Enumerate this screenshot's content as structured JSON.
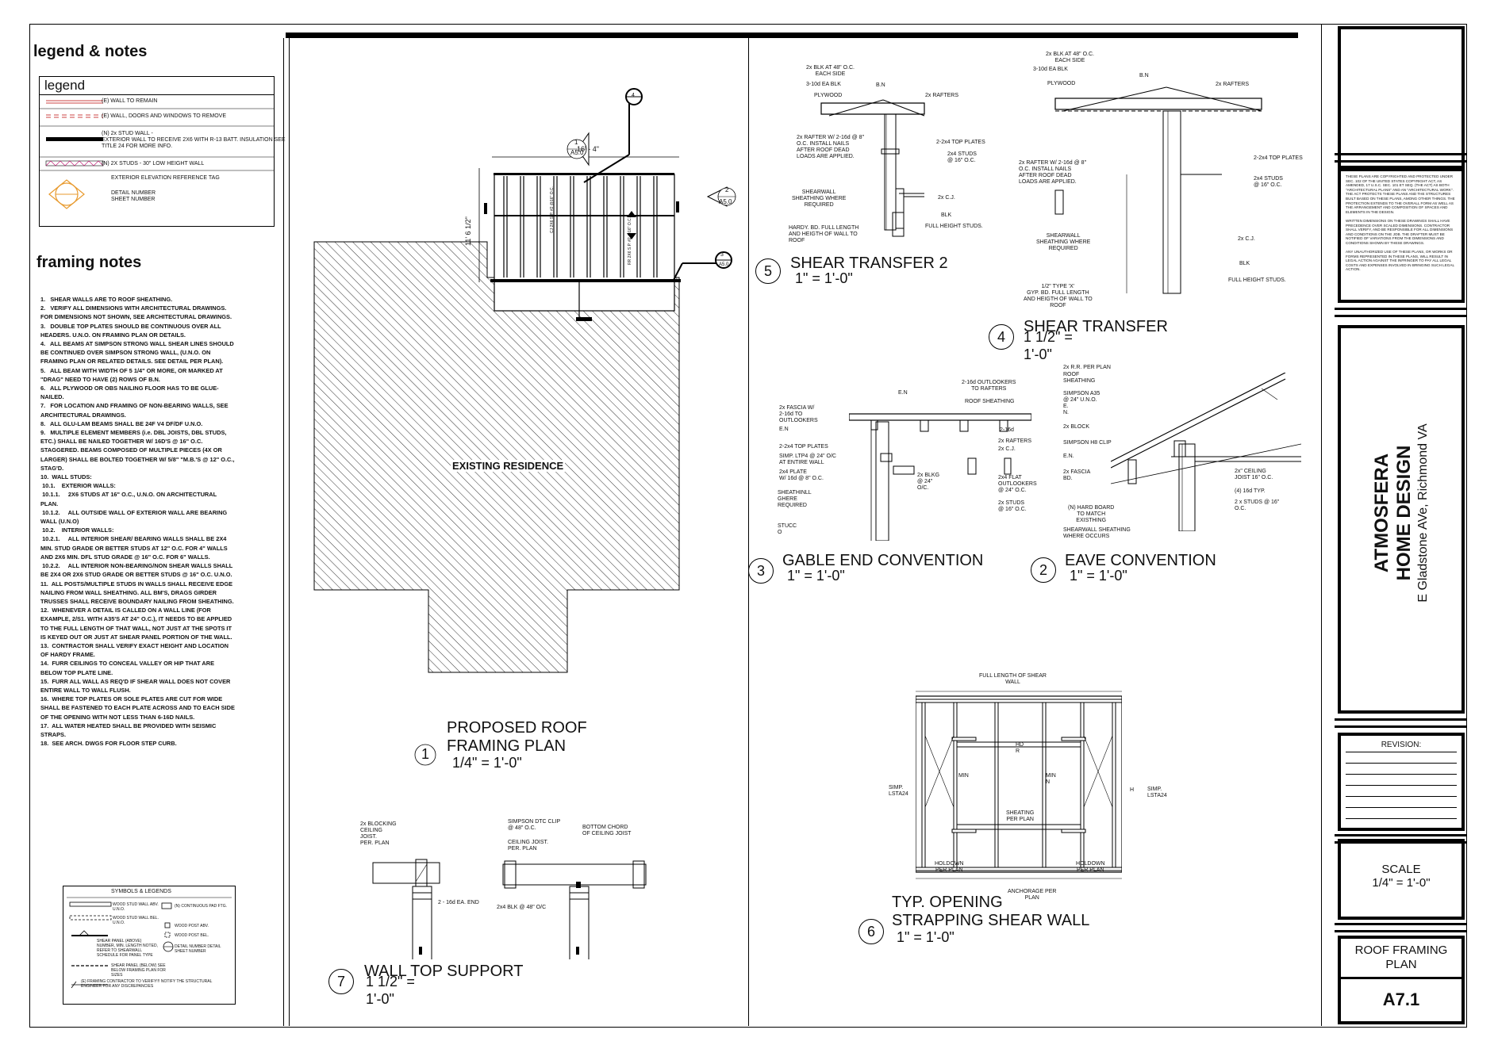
{
  "legend_notes": {
    "heading": "legend & notes",
    "legend_title": "legend",
    "legend_rows": [
      "(E) WALL TO REMAIN",
      "(E) WALL, DOORS AND WINDOWS TO REMOVE",
      "(N) 2x STUD WALL -\nEXTERIOR WALL TO RECEIVE 2X6 WITH R-13 BATT. INSULATION SEE\nTITLE 24 FOR MORE INFO.",
      "(N) 2X STUDS - 30\" LOW HEIGHT WALL",
      "EXTERIOR ELEVATION REFERENCE TAG",
      "DETAIL NUMBER\nSHEET NUMBER"
    ],
    "framing_heading": "framing notes",
    "framing_notes": [
      "1.   SHEAR WALLS ARE TO ROOF SHEATHING.",
      "2.   VERIFY ALL DIMENSIONS WITH ARCHITECTURAL DRAWINGS. FOR DIMENSIONS NOT SHOWN, SEE ARCHITECTURAL DRAWINGS.",
      "3.   DOUBLE TOP PLATES SHOULD BE CONTINUOUS OVER ALL HEADERS. U.N.O. ON FRAMING PLAN OR DETAILS.",
      "4.   ALL BEAMS AT SIMPSON STRONG WALL SHEAR LINES SHOULD BE CONTINUED OVER SIMPSON STRONG WALL, (U.N.O. ON FRAMING PLAN OR RELATED DETAILS. SEE DETAIL PER PLAN).",
      "5.   ALL BEAM WITH WIDTH OF 5 1/4\" OR MORE, OR MARKED AT \"DRAG\" NEED TO HAVE (2) ROWS OF B.N.",
      "6.   ALL PLYWOOD OR OBS NAILING FLOOR HAS TO BE GLUE-NAILED.",
      "7.   FOR LOCATION AND FRAMING OF NON-BEARING WALLS, SEE ARCHITECTURAL DRAWINGS.",
      "8.   ALL GLU-LAM BEAMS SHALL BE 24F V4 DF/DF U.N.O.",
      "9.   MULTIPLE ELEMENT MEMBERS (i.e. DBL JOISTS, DBL STUDS, ETC.) SHALL BE NAILED TOGETHER W/ 16D'S @ 16\" O.C. STAGGERED. BEAMS COMPOSED OF MULTIPLE PIECES (4X OR LARGER) SHALL BE BOLTED TOGETHER W/ 5/8\" \"M.B.'S @ 12\" O.C., STAG'D.",
      "10.  WALL STUDS:",
      " 10.1.    EXTERIOR WALLS:",
      " 10.1.1.     2X6 STUDS AT 16\" O.C., U.N.O. ON ARCHITECTURAL PLAN.",
      " 10.1.2.     ALL OUTSIDE WALL OF EXTERIOR WALL ARE BEARING WALL (U.N.O)",
      " 10.2.    INTERIOR WALLS:",
      " 10.2.1.     ALL INTERIOR SHEAR/ BEARING WALLS SHALL BE 2X4 MIN. STUD GRADE OR BETTER STUDS AT 12\" O.C. FOR 4\" WALLS AND 2X6 MIN. DFL STUD GRADE @ 16\" O.C. FOR 6\" WALLS.",
      " 10.2.2.     ALL INTERIOR NON-BEARING/NON SHEAR WALLS SHALL BE 2X4 OR 2X6 STUD GRADE OR BETTER STUDS @ 16\" O.C. U.N.O.",
      "11.  ALL POSTS/MULTIPLE STUDS IN WALLS SHALL RECEIVE EDGE NAILING FROM WALL SHEATHING. ALL BM'S, DRAGS GIRDER TRUSSES SHALL RECEIVE BOUNDARY NAILING FROM SHEATHING.",
      "12.  WHENEVER A DETAIL IS CALLED ON A WALL LINE (FOR EXAMPLE, 2/S1. WITH A35'S AT 24\" O.C.), IT NEEDS TO BE APPLIED TO THE FULL LENGTH OF THAT WALL, NOT JUST AT THE SPOTS IT IS KEYED OUT OR JUST AT SHEAR PANEL PORTION OF THE WALL.",
      "13.  CONTRACTOR SHALL VERIFY EXACT HEIGHT AND LOCATION OF HARDY FRAME.",
      "14.  FURR CEILINGS TO CONCEAL VALLEY OR HIP THAT ARE BELOW TOP PLATE LINE.",
      "15.  FURR ALL WALL AS REQ'D IF SHEAR WALL DOES NOT COVER ENTIRE WALL TO WALL FLUSH.",
      "16.  WHERE TOP PLATES OR SOLE PLATES ARE CUT FOR WIDE SHALL BE FASTENED TO EACH PLATE ACROSS AND TO EACH SIDE OF THE OPENING WITH NOT LESS THAN 6-16D NAILS.",
      "17.  ALL WATER HEATED SHALL BE PROVIDED WITH SEISMIC STRAPS.",
      "18.  SEE ARCH. DWGS FOR FLOOR STEP CURB."
    ],
    "symbols_title": "SYMBOLS & LEGENDS",
    "symbols": [
      "WOOD STUD WALL ABV. U.N.O.",
      "(N) CONTINUOUS PAD FTG.",
      "WOOD STUD WALL BEL. U.N.O.",
      "WOOD POST ABV.",
      "WOOD POST BEL.",
      "SHEAR PANEL (ABOVE) NUMBER, MIN. LENGTH NOTED, REFER TO SHEARWALL SCHEDULE FOR PANEL TYPE",
      "DETAIL NUMBER DETAIL SHEET NUMBER",
      "SHEAR PANEL (BELOW) SEE BELOW FRAMING PLAN FOR SIZES",
      "(E) FRAMING CONTRACTOR TO VERIFY!!! NOTIFY THE STRUCTURAL ENGINEER FOR ANY DISCREPANCIES"
    ]
  },
  "plan": {
    "existing_label": "EXISTING RESIDENCE",
    "dim_width": "16' - 4\"",
    "dim_height": "11' 6 1/2\"",
    "joist_label_1": "CJ 2X6 S.P. #2 @16\" O.C.",
    "joist_label_2": "RR 2X6 S.P. #2 @16\" O.C.",
    "tag_top_num": "1",
    "tag_top_sheet": "A5.0",
    "tag_right_num": "2",
    "tag_right_sheet": "A5.0",
    "tag_3_num": "3",
    "tag_3_sheet": "A5.0",
    "tag_4_num": "4",
    "title_num": "1",
    "title": "PROPOSED ROOF\nFRAMING PLAN",
    "scale": "1/4\" = 1'-0\""
  },
  "details": {
    "d5": {
      "num": "5",
      "title": "SHEAR TRANSFER 2",
      "scale": "1\" = 1'-0\"",
      "labels": [
        "2x BLK AT 48\" O.C.\nEACH SIDE",
        "3-10d EA BLK",
        "PLYWOOD",
        "B.N",
        "2x RAFTERS",
        "2x RAFTER W/ 2-16d @ 8\"\nO.C. INSTALL NAILS\nAFTER ROOF DEAD\nLOADS ARE APPLIED.",
        "2-2x4 TOP PLATES",
        "2x4 STUDS\n@ 16\" O.C.",
        "2x C.J.",
        "SHEARWALL\nSHEATHING WHERE\nREQUIRED",
        "BLK",
        "HARDY. BD. FULL LENGTH\nAND HEIGTH OF WALL TO\nROOF",
        "FULL HEIGHT STUDS."
      ]
    },
    "d4": {
      "num": "4",
      "title": "SHEAR TRANSFER",
      "scale": "1 1/2\" =\n1'-0\"",
      "labels": [
        "2x BLK AT 48\" O.C.\nEACH SIDE",
        "3-10d EA BLK",
        "PLYWOOD",
        "B.N",
        "2x RAFTERS",
        "2-2x4 TOP PLATES",
        "2x RAFTER W/ 2-16d @ 8\"\nO.C. INSTALL NAILS\nAFTER ROOF DEAD\nLOADS ARE APPLIED.",
        "2x4 STUDS\n@ 16\" O.C.",
        "SHEARWALL\nSHEATHING WHERE\nREQUIRED",
        "2x C.J.",
        "BLK",
        "FULL HEIGHT STUDS.",
        "1/2\" TYPE 'X'\nGYP. BD. FULL LENGTH\nAND HEIGTH OF WALL TO\nROOF"
      ]
    },
    "d3": {
      "num": "3",
      "title": "GABLE END CONVENTION",
      "scale": "1\" = 1'-0\"",
      "labels": [
        "E.N",
        "2-16d OUTLOOKERS\nTO RAFTERS",
        "ROOF SHEATHING",
        "2x FASCIA W/\n2-16d TO\nOUTLOOKERS",
        "E.N",
        "2-16d",
        "2x RAFTERS",
        "2-2x4 TOP PLATES",
        "2x C.J.",
        "SIMP. LTP4 @ 24\" O/C\nAT ENTIRE WALL",
        "2x4 PLATE\nW/ 16d @ 8\" O.C.",
        "2x BLKG\n@ 24\"\nO/C.",
        "2x4 FLAT\nOUTLOOKERS\n@ 24\" O.C.",
        "SHEATHINLL\nGHERE\nREQUIRED",
        "2x STUDS\n@ 16\" O.C.",
        "STUCC\nO"
      ]
    },
    "d2": {
      "num": "2",
      "title": "EAVE CONVENTION",
      "scale": "1\" = 1'-0\"",
      "labels": [
        "2x R.R. PER PLAN",
        "ROOF\nSHEATHING",
        "SIMPSON A35\n@ 24\" U.N.O.\nE.\nN.",
        "2x BLOCK",
        "SIMPSON H8 CLIP",
        "E.N.",
        "2x FASCIA\nBD.",
        "2x\" CEILING\nJOIST 16\" O.C.",
        "(4) 16d TYP.",
        "2 x STUDS @ 16\"\nO.C.",
        "(N) HARD BOARD\nTO MATCH\nEXISTHING",
        "SHEARWALL SHEATHING\nWHERE OCCURS"
      ]
    },
    "d6": {
      "num": "6",
      "title": "TYP. OPENING\nSTRAPPING SHEAR WALL",
      "scale": "1\" = 1'-0\"",
      "labels": [
        "FULL LENGTH OF SHEAR\nWALL",
        "HD\nR",
        "MIN",
        "MIN\nN",
        "H",
        "SIMP.\nLSTA24",
        "SIMP.\nLSTA24",
        "SHEATING\nPER PLAN",
        "HOLDOWN\nPER PLAN",
        "HOLDOWN\nPER PLAN",
        "ANCHORAGE PER\nPLAN"
      ]
    },
    "d7": {
      "num": "7",
      "title": "WALL TOP SUPPORT",
      "scale": "1 1/2\" =\n1'-0\"",
      "labels": [
        "2x BLOCKING\nCEILING\nJOIST.\nPER. PLAN",
        "SIMPSON DTC CLIP\n@ 48\" O.C.",
        "BOTTOM CHORD\nOF CEILING JOIST",
        "CEILING JOIST.\nPER. PLAN",
        "2 - 16d EA. END",
        "2x4 BLK @ 48\" O/C"
      ]
    }
  },
  "title_block": {
    "copyright": "THESE PLANS ARE COPYRIGHTED AND PROTECTED UNDER SEC. 102 OF THE UNITED STATES COPYRIGHT ACT, AS AMENDED, 17 U.S.C. SEC. 101 ET SEQ. (THE ACT) AS BOTH \"ARCHITECTURAL PLANS\" AND AN \"ARCHITECTURAL WORK\". THE ACT PROTECTS THESE PLANS AND THE STRUCTURES BUILT BASED ON THESE PLANS, AMONG OTHER THINGS. THE PROTECTION EXTENDS TO THE OVERALL FORM AS WELL AS THE ARRANGEMENT AND COMPOSITION OF SPACES AND ELEMENTS IN THE DESIGN.\n\nWRITTEN DIMENSIONS ON THESE DRAWINGS SHALL HAVE PRECEDENCE OVER SCALED DIMENSIONS. CONTRACTOR SHALL VERIFY, AND BE RESPONSIBLE FOR ALL DIMENSIONS AND CONDITIONS ON THE JOB. THE DRAFTER MUST BE NOTIFIED OF VARIATIONS FROM THE DIMENSIONS AND CONDITIONS SHOWN BY THESE DRAWINGS.\n\nANY UNAUTHORIZED USE OF THESE PLANS, OR WORKS OR FORMS REPRESENTED IN THESE PLANS, WILL RESULT IN LEGAL ACTION AGAINST THE INFRINGER TO PAY ALL LEGAL COSTS AND EXPENSES INVOLVED IN BRINGING SUCH LEGAL ACTION.",
    "firm_line1": "ATMOSFERA",
    "firm_line2": "HOME DESIGN",
    "address": "E Gladstone AVe, Richmond VA",
    "revision_label": "REVISION:",
    "scale_label": "SCALE",
    "scale_value": "1/4\" = 1'-0\"",
    "sheet_title": "ROOF FRAMING\nPLAN",
    "sheet_number": "A7.1"
  }
}
